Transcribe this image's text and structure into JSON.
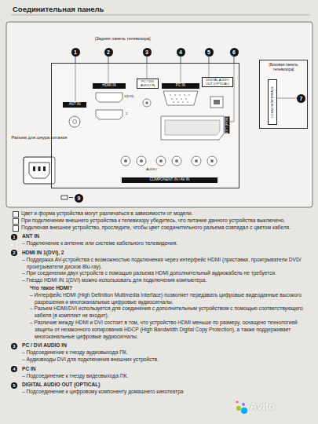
{
  "diagram": {
    "title": "Соединительная панель",
    "nodes": [
      {
        "text": [
          "[Задняя панель телевизора]"
        ]
      },
      {
        "text": [
          "[Боковая панель телевизора]"
        ]
      },
      {
        "text": [
          "COMMON INTERFACE"
        ],
        "in": 1
      }
    ],
    "labels": [
      "1",
      "2",
      "3",
      "4",
      "5",
      "6",
      "7",
      "ANT IN",
      "HDMI IN",
      "1(DVI)",
      "2",
      "PC / DVI AUDIO IN",
      "PC IN",
      "DIGITAL AUDIO OUT (OPTICAL)",
      "EXT (RGB)",
      "AUDIO",
      "COMPONENT IN / AV IN",
      "Разъем для шнура питания",
      "9",
      "Цвет и форма устройства могут различаться в зависимости от модели.",
      "При подключении внешнего устройства к телевизору убедитесь, что питание данного устройства выключено.",
      "Подключая внешнее устройство, проследите, чтобы цвет соединительного разъема совпадал с цветом кабеля.",
      "1",
      "ANT IN",
      "– Подключение к антенне или системе кабельного телевидения.",
      "2",
      "HDMI IN 1(DVI), 2",
      "– Поддержка AV-устройства с возможностью подключения через интерфейс HDMI (приставки, проигрыватели DVD/ проигрыватели дисков Blu-ray).",
      "– При соединении двух устройств с помощью разъема HDMI дополнительный аудиокабель не требуется.",
      "– Гнездо HDMI IN 1(DVI) можно использовать для подключения компьютера.",
      "Что такое HDMI?",
      "– Интерфейс HDMI (High Definition Multimedia Interface) позволяет передавать цифровые видеоданные высокого разрешения и многоканальные цифровые аудиосигналы.",
      "– Разъем HDMI/DVI используется для соединения с дополнительным устройством с помощью соответствующего кабеля (в комплект не входит).",
      "– Различие между HDMI и DVI состоит в том, что устройство HDMI меньше по размеру, оснащено технологией защиты от незаконного копирования HDCP (High Bandwidth Digital Copy Protection), а также поддерживает многоканальные цифровые аудиосигналы.",
      "3",
      "PC / DVI AUDIO IN",
      "– Подсоединение к гнезду аудиовыхода ПК.",
      "– Аудиовходы DVI для подключения внешних устройств.",
      "4",
      "PC IN",
      "– Подсоединение к гнезду видеовыхода ПК.",
      "5",
      "DIGITAL AUDIO OUT (OPTICAL)",
      "– Подсоединение к цифровому компоненту домашнего кинотеатра",
      "Avito"
    ]
  }
}
